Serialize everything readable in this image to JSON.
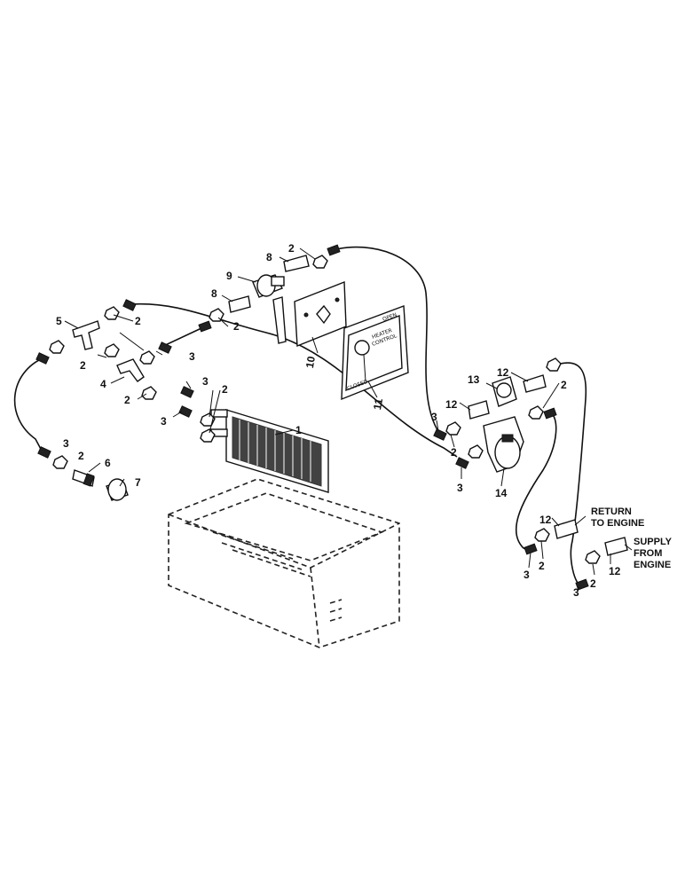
{
  "callouts": {
    "c1": "1",
    "c2": "2",
    "c3": "3",
    "c4": "4",
    "c5": "5",
    "c6": "6",
    "c7": "7",
    "c8": "8",
    "c9": "9",
    "c10": "10",
    "c11": "11",
    "c12": "12",
    "c13": "13",
    "c14": "14"
  },
  "notes": {
    "return_line1": "RETURN",
    "return_line2": "TO ENGINE",
    "supply_line1": "SUPPLY",
    "supply_line2": "FROM",
    "supply_line3": "ENGINE"
  }
}
